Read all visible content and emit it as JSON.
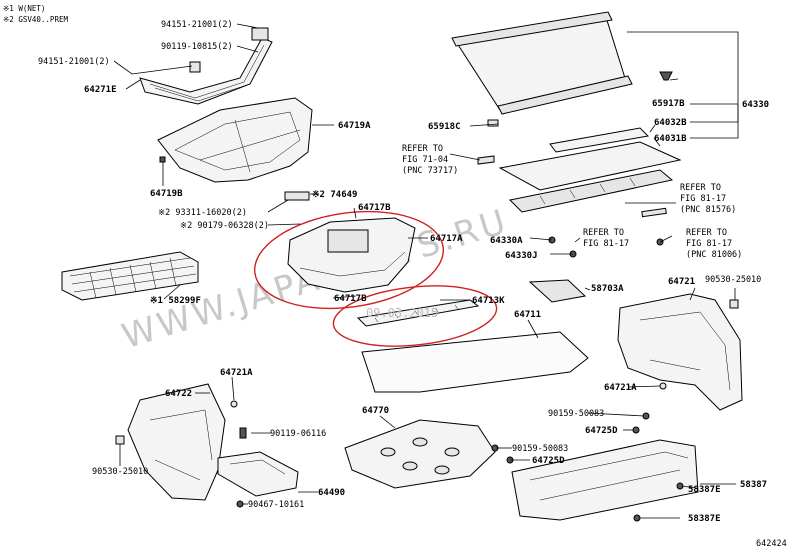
{
  "notes": {
    "n1": "※1  W(NET)",
    "n2": "※2  GSV40..PREM"
  },
  "labels": {
    "p94151a": "94151-21001(2)",
    "p90119a": "90119-10815(2)",
    "p94151b": "94151-21001(2)",
    "p64271E": "64271E",
    "p64719A": "64719A",
    "p64719B": "64719B",
    "p74649": "※2 74649",
    "p93311": "※2 93311-16020(2)",
    "p90179": "※2 90179-06328(2)",
    "p64717Ba": "64717B",
    "p64717A": "64717A",
    "p58299F": "※1 58299F",
    "p64717Bb": "64717B",
    "p64713K": "64713K",
    "p65918C": "65918C",
    "ref1_l1": "REFER TO",
    "ref1_l2": "FIG 71-04",
    "ref1_l3": "(PNC 73717)",
    "p65917B": "65917B",
    "p64032B": "64032B",
    "p64031B": "64031B",
    "p64330": "64330",
    "ref2_l1": "REFER TO",
    "ref2_l2": "FIG 81-17",
    "ref2_l3": "(PNC 81576)",
    "p64330A": "64330A",
    "p64330J": "64330J",
    "ref3_l1": "REFER TO",
    "ref3_l2": "FIG 81-17",
    "ref4_l1": "REFER TO",
    "ref4_l2": "FIG 81-17",
    "ref4_l3": "(PNC 81006)",
    "p58703A": "58703A",
    "p64721": "64721",
    "p90530a": "90530-25010",
    "p64711": "64711",
    "p64721Aa": "64721A",
    "p64722": "64722",
    "p64721Ab": "64721A",
    "p90159a": "90159-50083",
    "p64725Da": "64725D",
    "p90119b": "90119-06116",
    "p64770": "64770",
    "p90159b": "90159-50083",
    "p64725Db": "64725D",
    "p90530b": "90530-25010",
    "p64490": "64490",
    "p90467": "90467-10161",
    "p58387Ea": "58387E",
    "p58387": "58387",
    "p58387Eb": "58387E",
    "diagram_id": "642424"
  },
  "watermark": {
    "text": "WWW.JAPANCATS.RU",
    "stamp": "09.03.2015"
  },
  "colors": {
    "highlight": "#d02020",
    "watermark": "#c8c8c8"
  }
}
